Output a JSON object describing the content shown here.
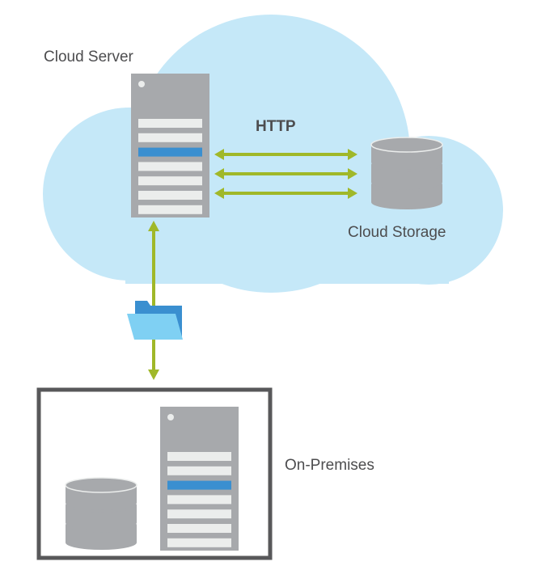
{
  "labels": {
    "cloud_server": "Cloud Server",
    "protocol": "HTTP",
    "cloud_storage": "Cloud Storage",
    "on_premises": "On-Premises"
  },
  "colors": {
    "cloud": "#c5e8f8",
    "server_body": "#a7a9ac",
    "server_slot": "#ebedec",
    "server_slot_active": "#3a8fd0",
    "arrow": "#a0b829",
    "frame": "#58585a",
    "folder_back": "#3a8fd0",
    "folder_front": "#7fd0f3",
    "text": "#4d4d4f"
  },
  "http_links": {
    "count": 3,
    "direction": "bidirectional"
  },
  "file_transfer": {
    "direction": "bidirectional",
    "icon": "folder-icon"
  }
}
